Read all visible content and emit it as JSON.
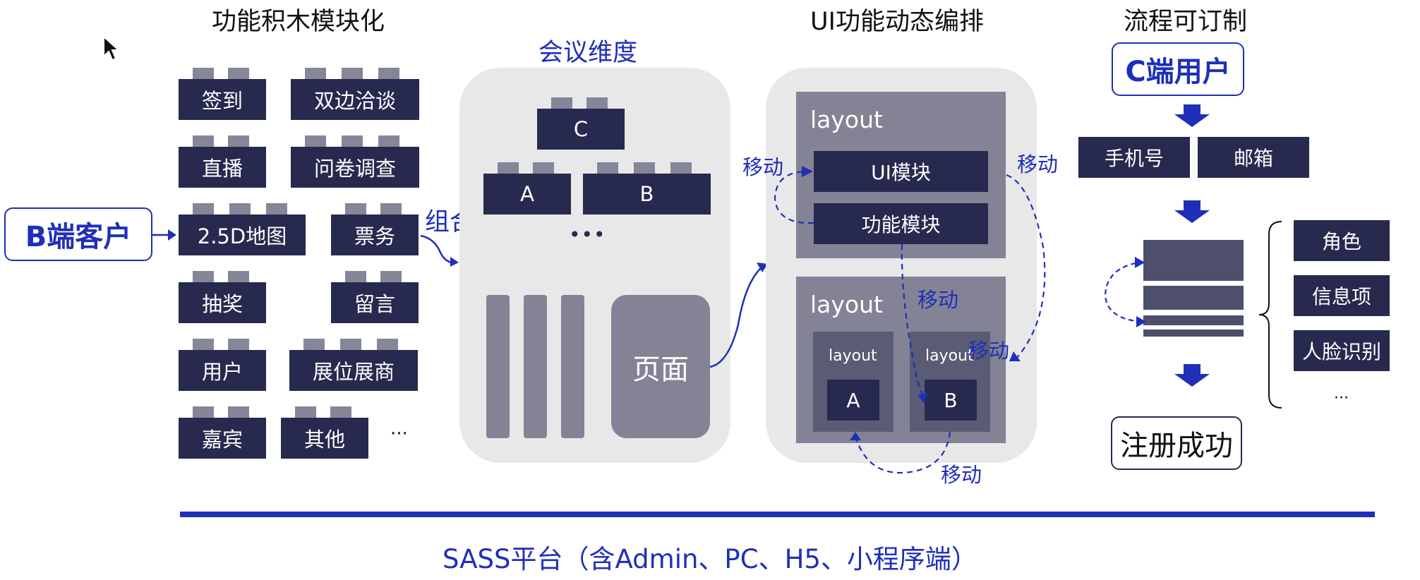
{
  "headings": {
    "modules": "功能积木模块化",
    "meeting": "会议维度",
    "ui": "UI功能动态编排",
    "flow": "流程可订制"
  },
  "b_client": "B端客户",
  "combine_label": "组合",
  "modules": [
    "签到",
    "双边洽谈",
    "直播",
    "问卷调查",
    "2.5D地图",
    "票务",
    "抽奖",
    "留言",
    "用户",
    "展位展商",
    "嘉宾",
    "其他"
  ],
  "modules_more": "···",
  "meeting": {
    "blocks": [
      "C",
      "A",
      "B"
    ],
    "dots": "•••",
    "page_label": "页面"
  },
  "ui": {
    "layout_top": "layout",
    "ui_module": "UI模块",
    "func_module": "功能模块",
    "layout_bottom": "layout",
    "inner_layout_a": "layout",
    "inner_layout_b": "layout",
    "block_a": "A",
    "block_b": "B",
    "move_labels": [
      "移动",
      "移动",
      "移动",
      "移动",
      "移动"
    ]
  },
  "flow": {
    "c_user": "C端用户",
    "phone": "手机号",
    "email": "邮箱",
    "items": [
      "角色",
      "信息项",
      "人脸识别"
    ],
    "items_more": "···",
    "success": "注册成功"
  },
  "platform": "SASS平台（含Admin、PC、H5、小程序端）",
  "colors": {
    "block": "#272a4e",
    "stud": "#858698",
    "accent_blue": "#1f2fb8",
    "panel": "#e8e8e9",
    "layout_box": "#838395"
  }
}
